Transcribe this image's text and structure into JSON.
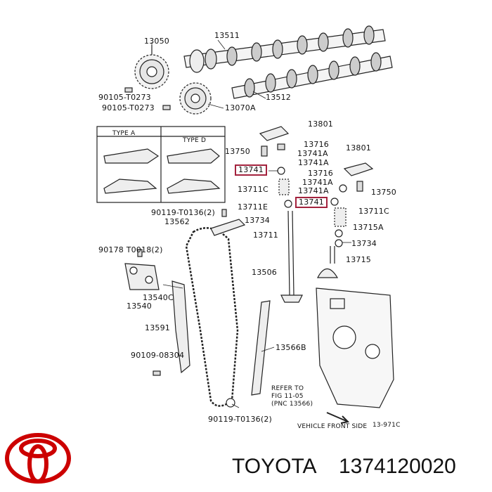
{
  "brand": {
    "name": "TOYOTA",
    "part_number": "1374120020",
    "brand_color": "#cc0000"
  },
  "highlight_color": "#a3223d",
  "diagram": {
    "labels": {
      "p13050": "13050",
      "p13511": "13511",
      "p90105a": "90105-T0273",
      "p90105b": "90105-T0273",
      "p13512": "13512",
      "p13070a": "13070A",
      "p13801a": "13801",
      "p13716a": "13716",
      "p13750a": "13750",
      "p13741aa": "13741A",
      "p13801b": "13801",
      "p13741ab": "13741A",
      "p13741hl1": "13741",
      "p13716b": "13716",
      "p13741ac": "13741A",
      "p13711ca": "13711C",
      "p13741ad": "13741A",
      "p13750b": "13750",
      "p13741hl2": "13741",
      "p13711ea": "13711E",
      "p13711cb": "13711C",
      "p90119a": "90119-T0136(2)",
      "p13562": "13562",
      "p13734a": "13734",
      "p13715a": "13715A",
      "p13711a": "13711",
      "p13734b": "13734",
      "p90178": "90178 T0018(2)",
      "p13715": "13715",
      "p13506": "13506",
      "p13540c": "13540C",
      "p13540": "13540",
      "p13591": "13591",
      "p13566b": "13566B",
      "p90109": "90109-08304",
      "refer1": "REFER TO",
      "refer2": "FIG 11-05",
      "refer3": "(PNC 13566)",
      "p90119b": "90119-T0136(2)",
      "vehicle_front": "VEHICLE FRONT SIDE",
      "fig_code": "13-971C",
      "inset_type_a": "TYPE A",
      "inset_type_d": "TYPE D"
    }
  }
}
